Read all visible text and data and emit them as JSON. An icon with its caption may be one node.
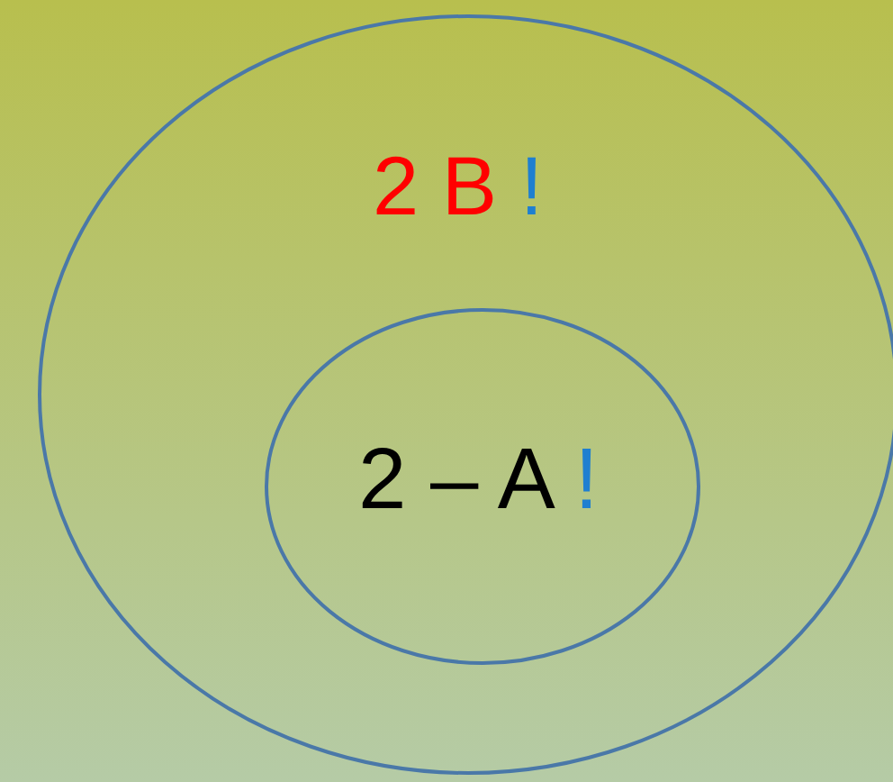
{
  "diagram": {
    "nodes": [
      {
        "text": [
          "2 B !"
        ]
      },
      {
        "text": [
          "2 – A !"
        ],
        "in": 0
      }
    ]
  }
}
